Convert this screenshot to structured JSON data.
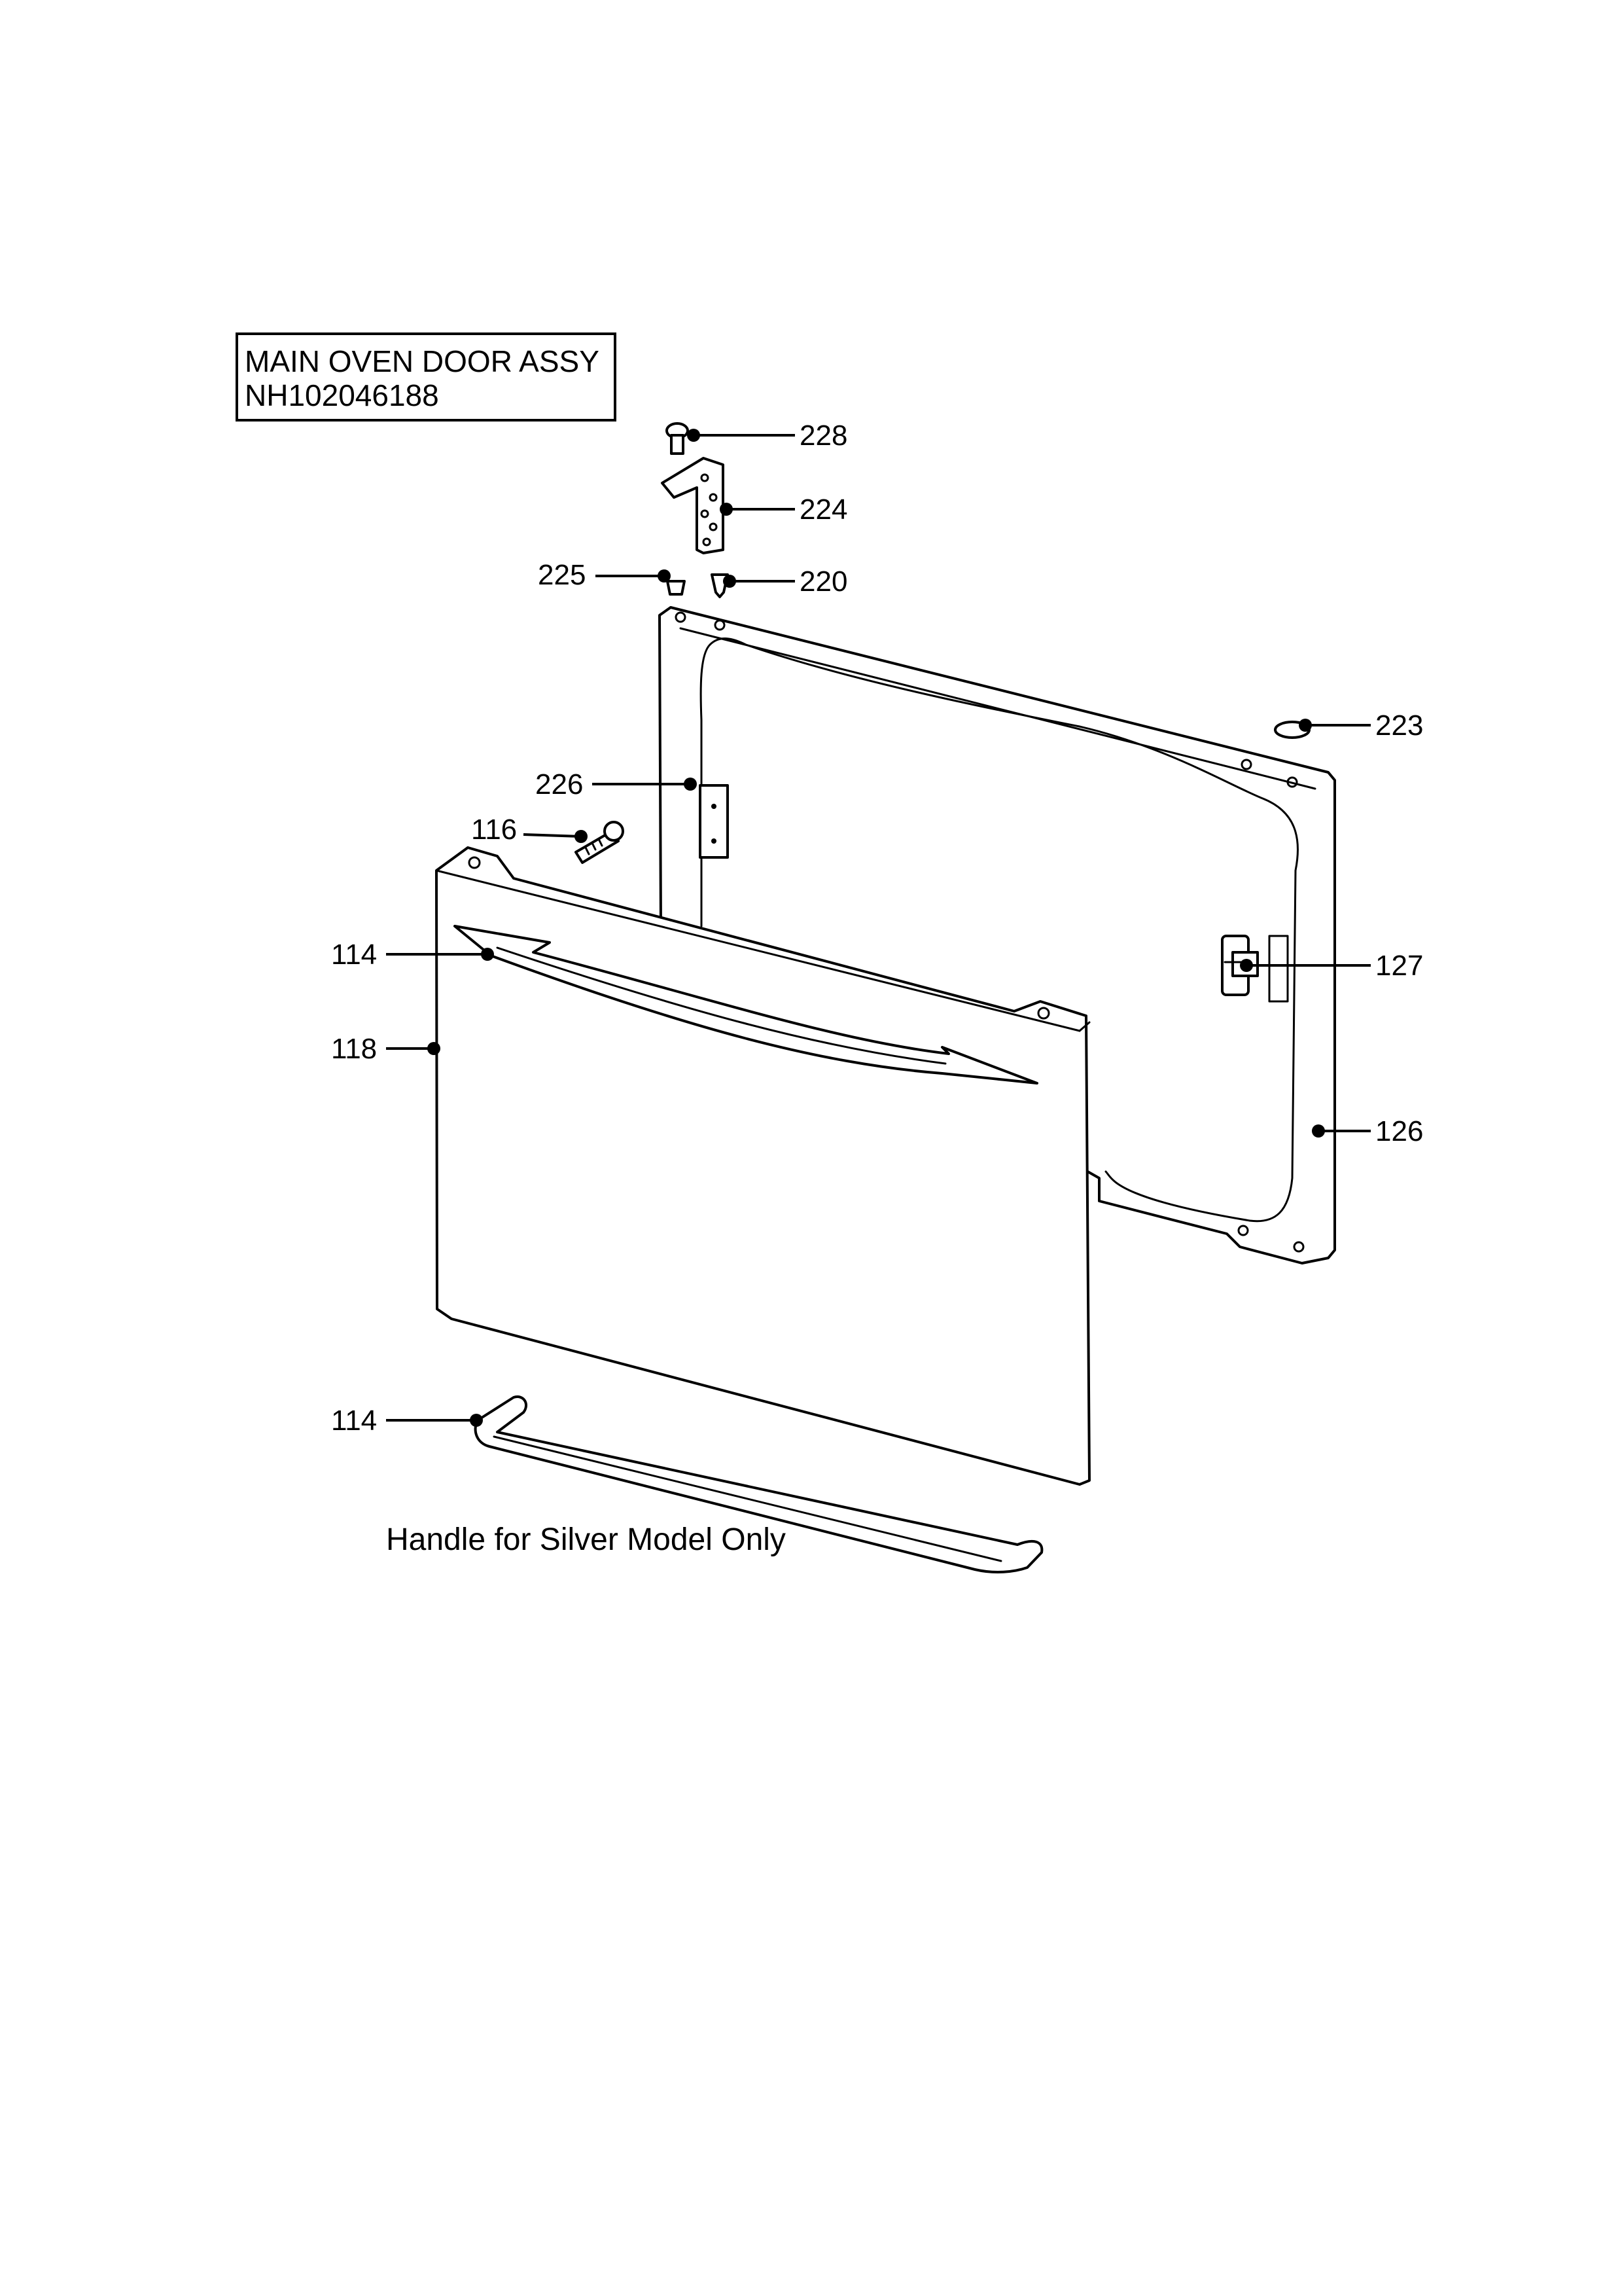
{
  "title": {
    "line1": "MAIN OVEN DOOR ASSY",
    "line2": "NH102046188"
  },
  "caption": "Handle for Silver Model Only",
  "callouts": [
    {
      "id": "c228",
      "label": "228"
    },
    {
      "id": "c224",
      "label": "224"
    },
    {
      "id": "c225",
      "label": "225"
    },
    {
      "id": "c220",
      "label": "220"
    },
    {
      "id": "c223",
      "label": "223"
    },
    {
      "id": "c226",
      "label": "226"
    },
    {
      "id": "c116",
      "label": "116"
    },
    {
      "id": "c114a",
      "label": "114"
    },
    {
      "id": "c127",
      "label": "127"
    },
    {
      "id": "c118",
      "label": "118"
    },
    {
      "id": "c126",
      "label": "126"
    },
    {
      "id": "c114b",
      "label": "114"
    }
  ]
}
